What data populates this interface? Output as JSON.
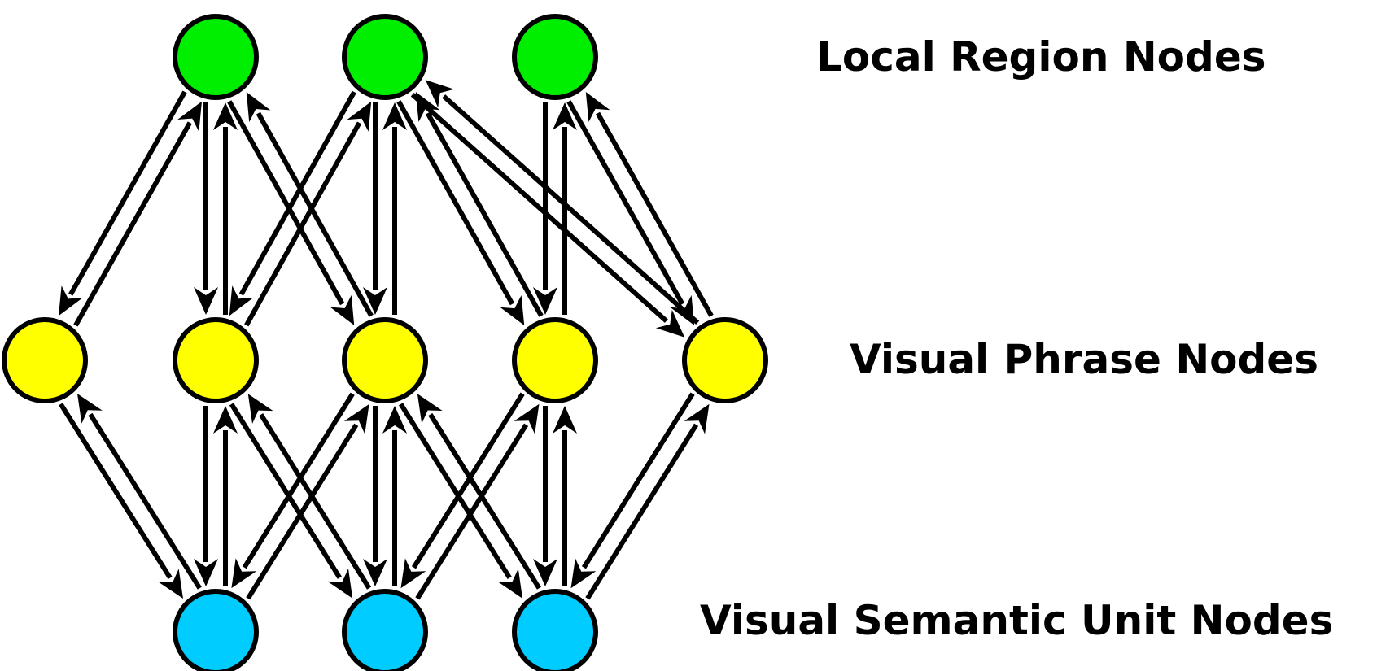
{
  "labels": {
    "local_region": "Local Region Nodes",
    "visual_phrase": "Visual Phrase Nodes",
    "visual_semantic_unit": "Visual Semantic Unit Nodes"
  },
  "colors": {
    "local_region_node": "#00ee00",
    "visual_phrase_node": "#ffff00",
    "visual_semantic_unit_node": "#00ccff",
    "edge": "#000000"
  },
  "graph": {
    "layers": [
      {
        "id": "local_region",
        "count": 3
      },
      {
        "id": "visual_phrase",
        "count": 5
      },
      {
        "id": "visual_semantic_unit",
        "count": 3
      }
    ],
    "edges": [
      {
        "from": "local_region.0",
        "to": "visual_phrase.0"
      },
      {
        "from": "local_region.0",
        "to": "visual_phrase.1"
      },
      {
        "from": "local_region.0",
        "to": "visual_phrase.2"
      },
      {
        "from": "local_region.1",
        "to": "visual_phrase.1"
      },
      {
        "from": "local_region.1",
        "to": "visual_phrase.2"
      },
      {
        "from": "local_region.1",
        "to": "visual_phrase.3"
      },
      {
        "from": "local_region.1",
        "to": "visual_phrase.4"
      },
      {
        "from": "local_region.2",
        "to": "visual_phrase.3"
      },
      {
        "from": "local_region.2",
        "to": "visual_phrase.4"
      },
      {
        "from": "visual_semantic_unit.0",
        "to": "visual_phrase.0"
      },
      {
        "from": "visual_semantic_unit.0",
        "to": "visual_phrase.1"
      },
      {
        "from": "visual_semantic_unit.0",
        "to": "visual_phrase.2"
      },
      {
        "from": "visual_semantic_unit.1",
        "to": "visual_phrase.1"
      },
      {
        "from": "visual_semantic_unit.1",
        "to": "visual_phrase.2"
      },
      {
        "from": "visual_semantic_unit.1",
        "to": "visual_phrase.3"
      },
      {
        "from": "visual_semantic_unit.2",
        "to": "visual_phrase.2"
      },
      {
        "from": "visual_semantic_unit.2",
        "to": "visual_phrase.3"
      },
      {
        "from": "visual_semantic_unit.2",
        "to": "visual_phrase.4"
      }
    ],
    "bidirectional": true
  }
}
